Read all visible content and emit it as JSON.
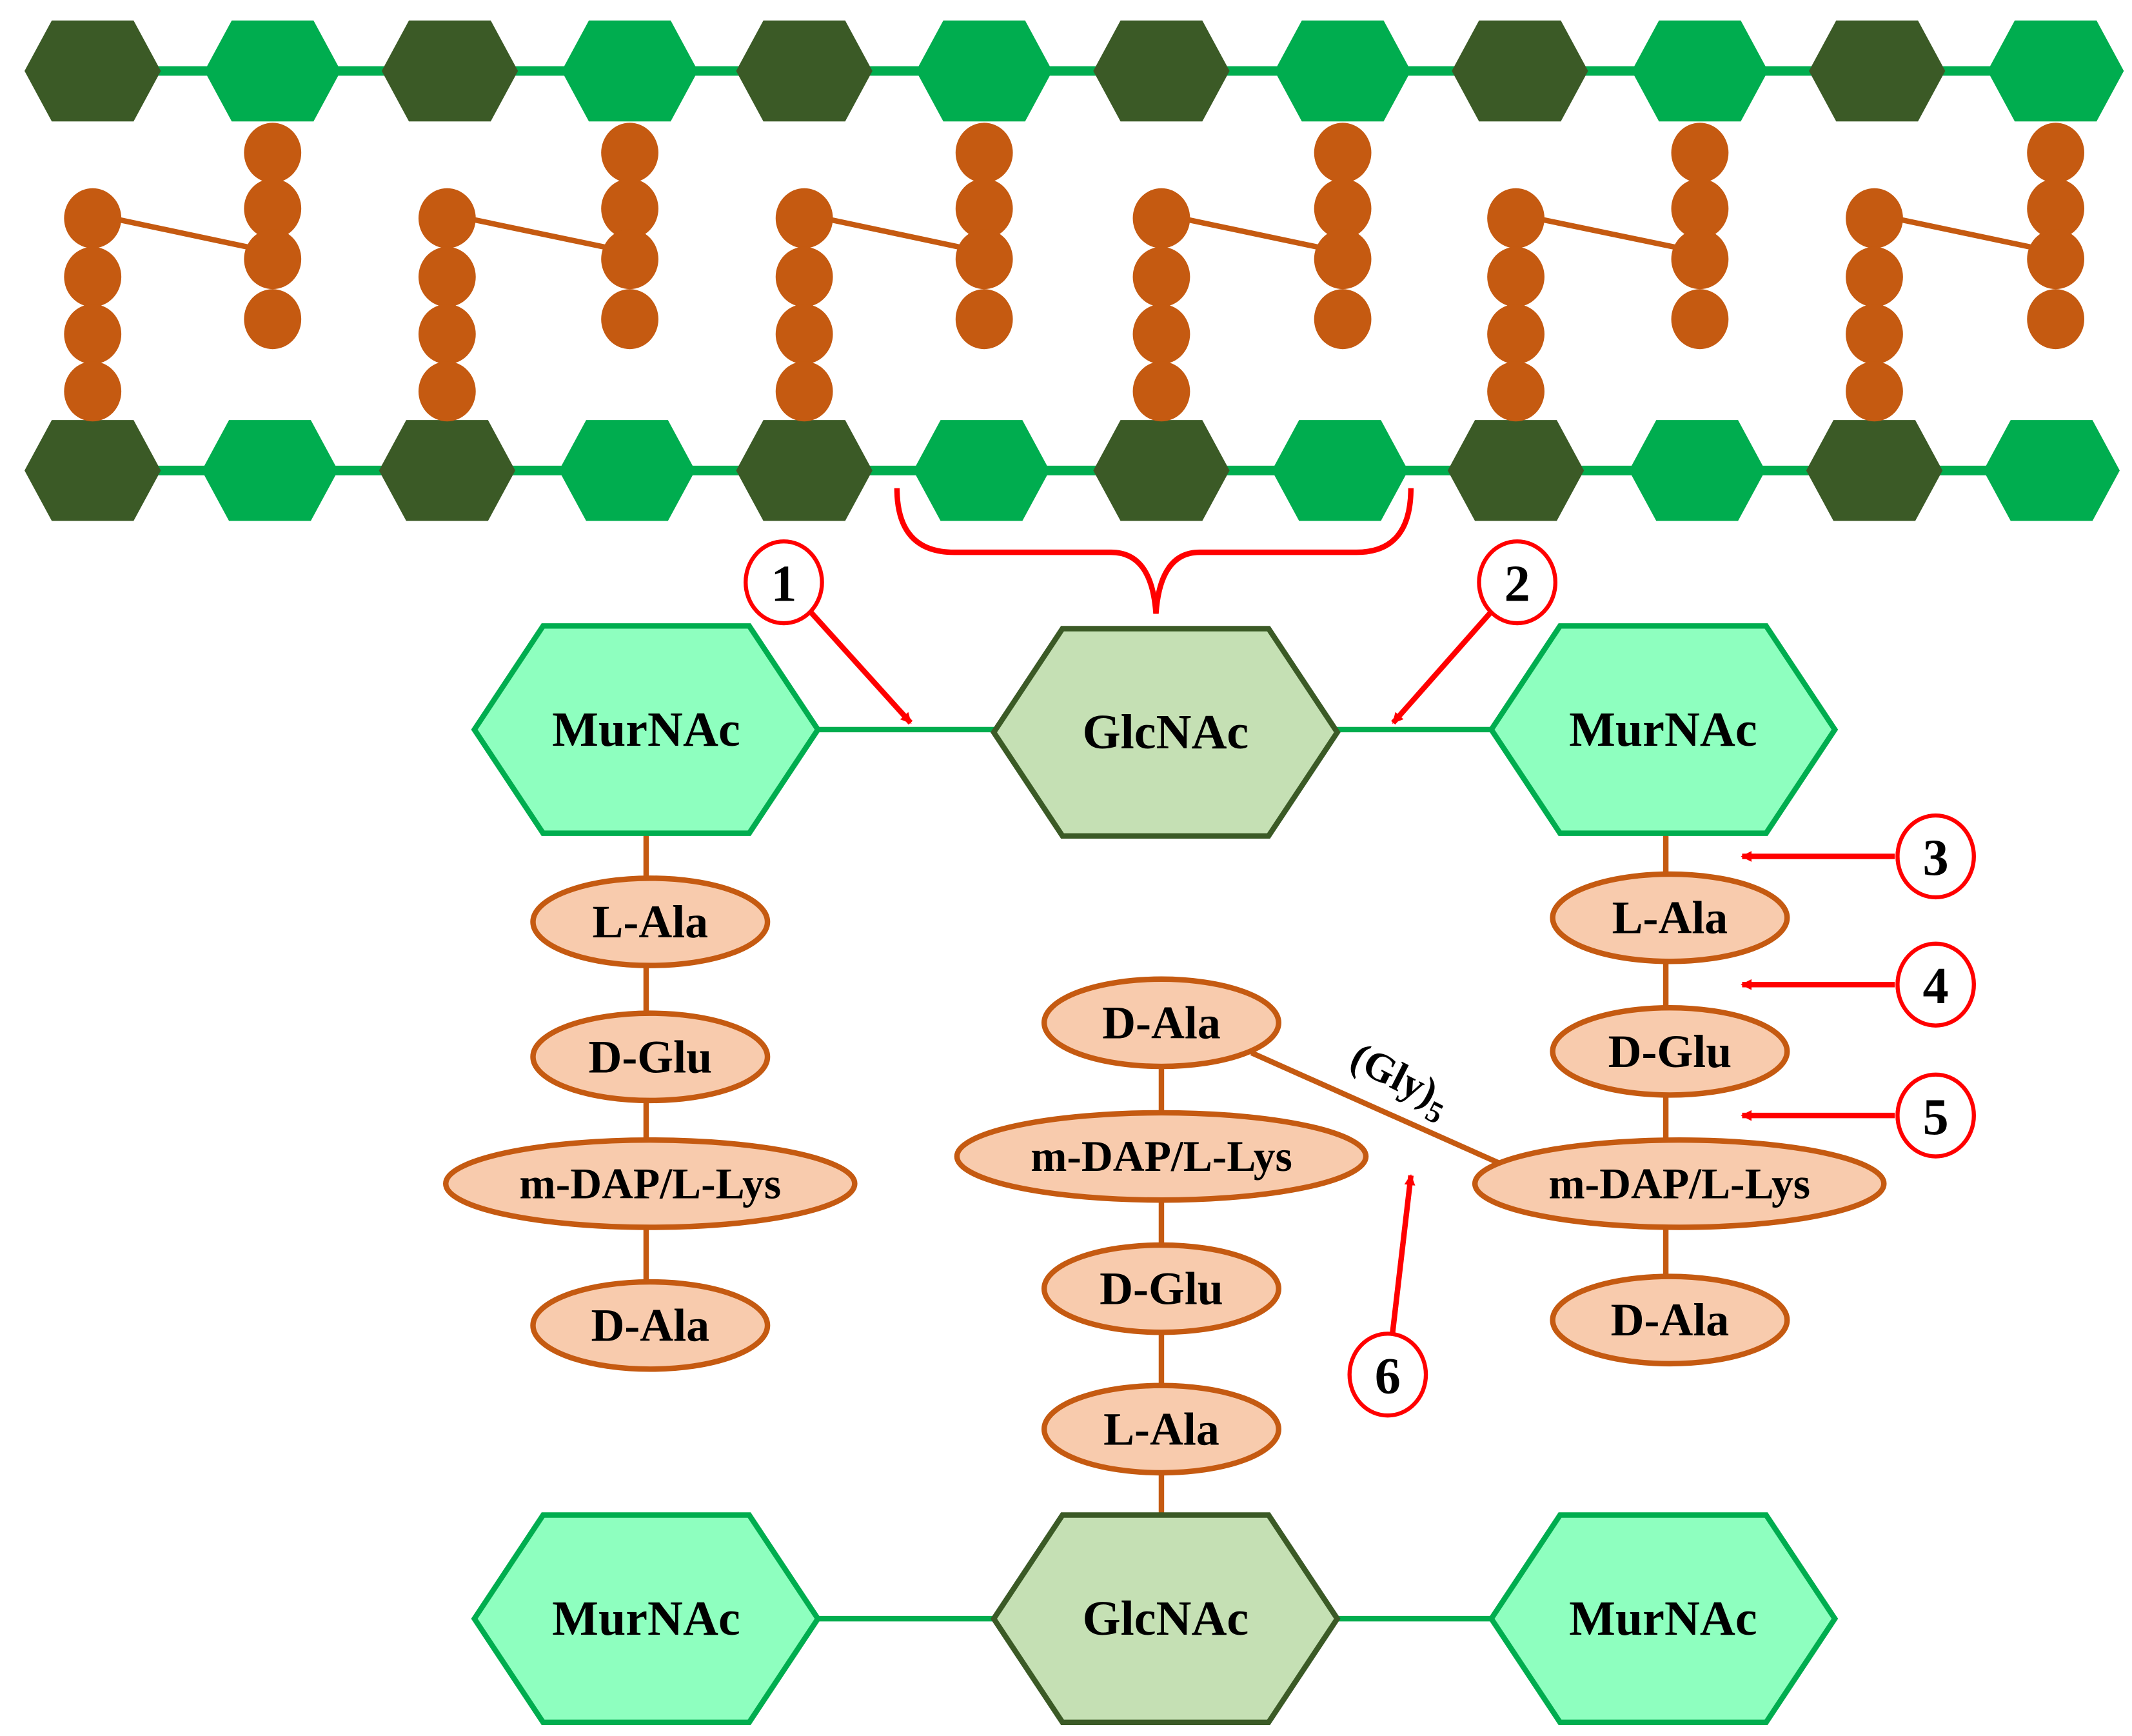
{
  "colors": {
    "murnac_dark": "#3b5a26",
    "glcnac_bright": "#00ad4f",
    "peptide": "#c55a11",
    "peptide_fill": "#f8cbad",
    "murnac_fill": "#8effbf",
    "glcnac_fill": "#c5e0b4",
    "annotation": "#ff0000"
  },
  "sugars": {
    "top_left": "MurNAc",
    "top_center": "GlcNAc",
    "top_right": "MurNAc",
    "bottom_left": "MurNAc",
    "bottom_center": "GlcNAc",
    "bottom_right": "MurNAc"
  },
  "left_stem": [
    "L-Ala",
    "D-Glu",
    "m-DAP/L-Lys",
    "D-Ala"
  ],
  "center_stem": [
    "D-Ala",
    "m-DAP/L-Lys",
    "D-Glu",
    "L-Ala"
  ],
  "right_stem": [
    "L-Ala",
    "D-Glu",
    "m-DAP/L-Lys",
    "D-Ala"
  ],
  "bridge": {
    "label": "(Gly)",
    "subscript": "5"
  },
  "markers": [
    "1",
    "2",
    "3",
    "4",
    "5",
    "6"
  ]
}
